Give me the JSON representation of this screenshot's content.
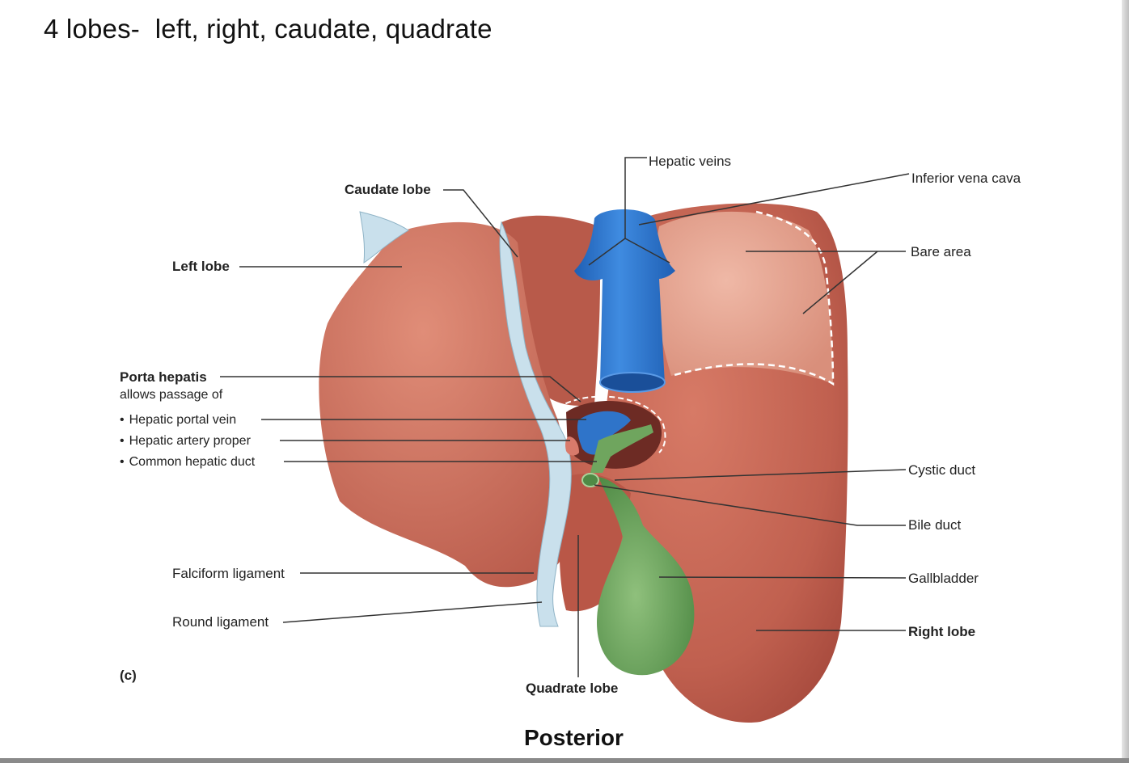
{
  "slide": {
    "title": "4 lobes-  left, right, caudate, quadrate",
    "caption": "Posterior",
    "panel_letter": "(c)"
  },
  "labels": {
    "hepatic_veins": "Hepatic veins",
    "inferior_vena_cava": "Inferior vena cava",
    "caudate_lobe": "Caudate lobe",
    "left_lobe": "Left lobe",
    "bare_area": "Bare area",
    "porta_hepatis_title": "Porta hepatis",
    "porta_hepatis_subtitle": "allows passage of",
    "porta_items": [
      "Hepatic portal vein",
      "Hepatic artery proper",
      "Common hepatic duct"
    ],
    "cystic_duct": "Cystic duct",
    "bile_duct": "Bile duct",
    "gallbladder": "Gallbladder",
    "falciform_ligament": "Falciform ligament",
    "round_ligament": "Round ligament",
    "right_lobe": "Right lobe",
    "quadrate_lobe": "Quadrate lobe"
  },
  "colors": {
    "liver": "#c0604f",
    "liver_light": "#e49a85",
    "bare_area": "#e6a898",
    "vein_blue": "#2f74c9",
    "gallbladder": "#6fa55e",
    "ligament": "#bcd7e6",
    "artery": "#d97a6b",
    "leader_line": "#333333"
  }
}
